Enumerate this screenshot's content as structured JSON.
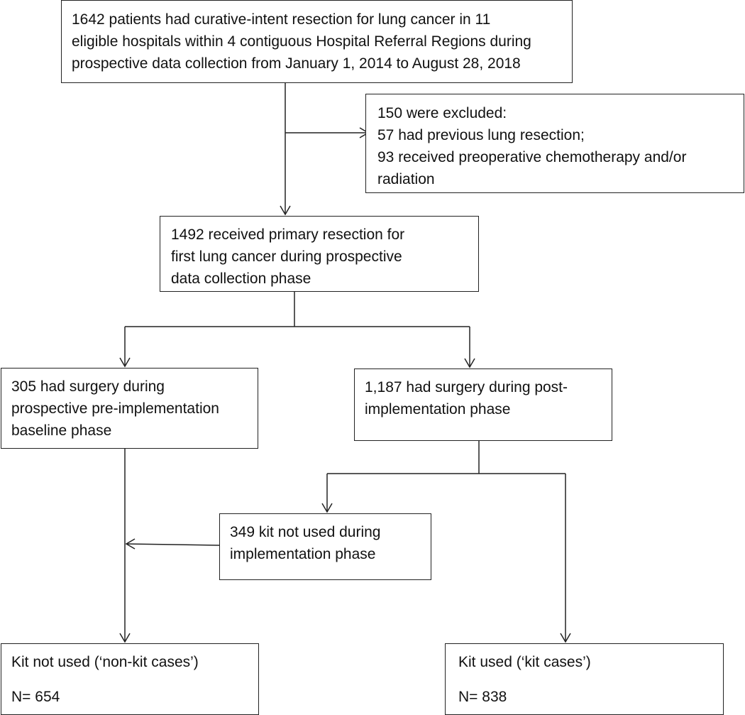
{
  "flowchart": {
    "source": {
      "lines": [
        "1642 patients had curative-intent resection for lung cancer in 11",
        "eligible hospitals within 4 contiguous Hospital Referral Regions during",
        "prospective data collection from January 1, 2014 to August 28, 2018"
      ]
    },
    "excluded": {
      "lines": [
        "150 were excluded:",
        "57 had previous lung resection;",
        "93 received preoperative chemotherapy and/or",
        "radiation"
      ]
    },
    "primary_resection": {
      "lines": [
        "1492 received primary resection for",
        "first lung cancer during prospective",
        "data collection phase"
      ]
    },
    "baseline_phase": {
      "lines": [
        "305 had surgery during",
        "prospective pre-implementation",
        "baseline phase"
      ]
    },
    "post_implementation": {
      "lines": [
        "1,187 had surgery during post-",
        "implementation phase"
      ]
    },
    "kit_not_used_implementation": {
      "lines": [
        "349 kit not used during",
        "implementation phase"
      ]
    },
    "non_kit_cases": {
      "title": "Kit not used (‘non-kit cases’)",
      "n": "N= 654"
    },
    "kit_cases": {
      "title": "Kit used (‘kit cases’)",
      "n": "N= 838"
    }
  }
}
